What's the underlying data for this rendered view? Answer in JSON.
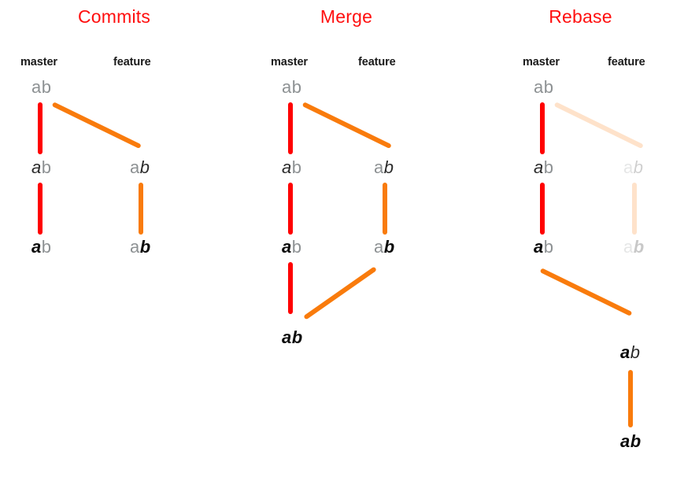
{
  "colors": {
    "title": "#ff0e0e",
    "master_edge": "#ff0000",
    "feature_edge": "#f97b0c",
    "glyph_unchanged": "#8d9193",
    "glyph_revision1": "#2b2b2b",
    "glyph_revision2": "#0a0a0a",
    "background": "#ffffff"
  },
  "panels": [
    {
      "id": "commits",
      "title": "Commits",
      "branches": {
        "master": "master",
        "feature": "feature"
      },
      "nodes": [
        {
          "id": "c-m0",
          "column": "master",
          "glyphs": [
            {
              "t": "a",
              "style": "unchanged"
            },
            {
              "t": "b",
              "style": "unchanged"
            }
          ]
        },
        {
          "id": "c-m1",
          "column": "master",
          "glyphs": [
            {
              "t": "a",
              "style": "revision1"
            },
            {
              "t": "b",
              "style": "unchanged"
            }
          ]
        },
        {
          "id": "c-m2",
          "column": "master",
          "glyphs": [
            {
              "t": "a",
              "style": "revision2"
            },
            {
              "t": "b",
              "style": "unchanged"
            }
          ]
        },
        {
          "id": "c-f1",
          "column": "feature",
          "glyphs": [
            {
              "t": "a",
              "style": "unchanged"
            },
            {
              "t": "b",
              "style": "revision1"
            }
          ]
        },
        {
          "id": "c-f2",
          "column": "feature",
          "glyphs": [
            {
              "t": "a",
              "style": "unchanged"
            },
            {
              "t": "b",
              "style": "revision2"
            }
          ]
        }
      ],
      "edges": [
        {
          "id": "c-e1",
          "kind": "vertical",
          "color": "master_edge",
          "faded": false
        },
        {
          "id": "c-e2",
          "kind": "vertical",
          "color": "master_edge",
          "faded": false
        },
        {
          "id": "c-e3",
          "kind": "diagonal",
          "color": "feature_edge",
          "faded": false
        },
        {
          "id": "c-e4",
          "kind": "vertical",
          "color": "feature_edge",
          "faded": false
        }
      ]
    },
    {
      "id": "merge",
      "title": "Merge",
      "branches": {
        "master": "master",
        "feature": "feature"
      },
      "nodes": [
        {
          "id": "m-m0",
          "column": "master",
          "glyphs": [
            {
              "t": "a",
              "style": "unchanged"
            },
            {
              "t": "b",
              "style": "unchanged"
            }
          ]
        },
        {
          "id": "m-m1",
          "column": "master",
          "glyphs": [
            {
              "t": "a",
              "style": "revision1"
            },
            {
              "t": "b",
              "style": "unchanged"
            }
          ]
        },
        {
          "id": "m-m2",
          "column": "master",
          "glyphs": [
            {
              "t": "a",
              "style": "revision2"
            },
            {
              "t": "b",
              "style": "unchanged"
            }
          ]
        },
        {
          "id": "m-m3",
          "column": "master",
          "glyphs": [
            {
              "t": "a",
              "style": "revision2"
            },
            {
              "t": "b",
              "style": "revision2"
            }
          ]
        },
        {
          "id": "m-f1",
          "column": "feature",
          "glyphs": [
            {
              "t": "a",
              "style": "unchanged"
            },
            {
              "t": "b",
              "style": "revision1"
            }
          ]
        },
        {
          "id": "m-f2",
          "column": "feature",
          "glyphs": [
            {
              "t": "a",
              "style": "unchanged"
            },
            {
              "t": "b",
              "style": "revision2"
            }
          ]
        }
      ],
      "edges": [
        {
          "id": "m-e1",
          "kind": "vertical",
          "color": "master_edge",
          "faded": false
        },
        {
          "id": "m-e2",
          "kind": "vertical",
          "color": "master_edge",
          "faded": false
        },
        {
          "id": "m-e3",
          "kind": "vertical",
          "color": "master_edge",
          "faded": false
        },
        {
          "id": "m-e4",
          "kind": "diagonal",
          "color": "feature_edge",
          "faded": false
        },
        {
          "id": "m-e5",
          "kind": "vertical",
          "color": "feature_edge",
          "faded": false
        },
        {
          "id": "m-e6",
          "kind": "diagonal",
          "color": "feature_edge",
          "faded": false
        }
      ]
    },
    {
      "id": "rebase",
      "title": "Rebase",
      "branches": {
        "master": "master",
        "feature": "feature"
      },
      "nodes": [
        {
          "id": "r-m0",
          "column": "master",
          "glyphs": [
            {
              "t": "a",
              "style": "unchanged"
            },
            {
              "t": "b",
              "style": "unchanged"
            }
          ]
        },
        {
          "id": "r-m1",
          "column": "master",
          "glyphs": [
            {
              "t": "a",
              "style": "revision1"
            },
            {
              "t": "b",
              "style": "unchanged"
            }
          ]
        },
        {
          "id": "r-m2",
          "column": "master",
          "glyphs": [
            {
              "t": "a",
              "style": "revision2"
            },
            {
              "t": "b",
              "style": "unchanged"
            }
          ]
        },
        {
          "id": "r-f1",
          "column": "feature",
          "ghost": true,
          "glyphs": [
            {
              "t": "a",
              "style": "unchanged"
            },
            {
              "t": "b",
              "style": "revision1"
            }
          ]
        },
        {
          "id": "r-f2",
          "column": "feature",
          "ghost": true,
          "glyphs": [
            {
              "t": "a",
              "style": "unchanged"
            },
            {
              "t": "b",
              "style": "revision2"
            }
          ]
        },
        {
          "id": "r-f3",
          "column": "feature",
          "glyphs": [
            {
              "t": "a",
              "style": "revision2"
            },
            {
              "t": "b",
              "style": "revision1"
            }
          ]
        },
        {
          "id": "r-f4",
          "column": "feature",
          "glyphs": [
            {
              "t": "a",
              "style": "revision2"
            },
            {
              "t": "b",
              "style": "revision2"
            }
          ]
        }
      ],
      "edges": [
        {
          "id": "r-e1",
          "kind": "vertical",
          "color": "master_edge",
          "faded": false
        },
        {
          "id": "r-e2",
          "kind": "vertical",
          "color": "master_edge",
          "faded": false
        },
        {
          "id": "r-e3",
          "kind": "diagonal",
          "color": "feature_edge",
          "faded": true
        },
        {
          "id": "r-e4",
          "kind": "vertical",
          "color": "feature_edge",
          "faded": true
        },
        {
          "id": "r-e5",
          "kind": "diagonal",
          "color": "feature_edge",
          "faded": false
        },
        {
          "id": "r-e6",
          "kind": "vertical",
          "color": "feature_edge",
          "faded": false
        }
      ]
    }
  ]
}
